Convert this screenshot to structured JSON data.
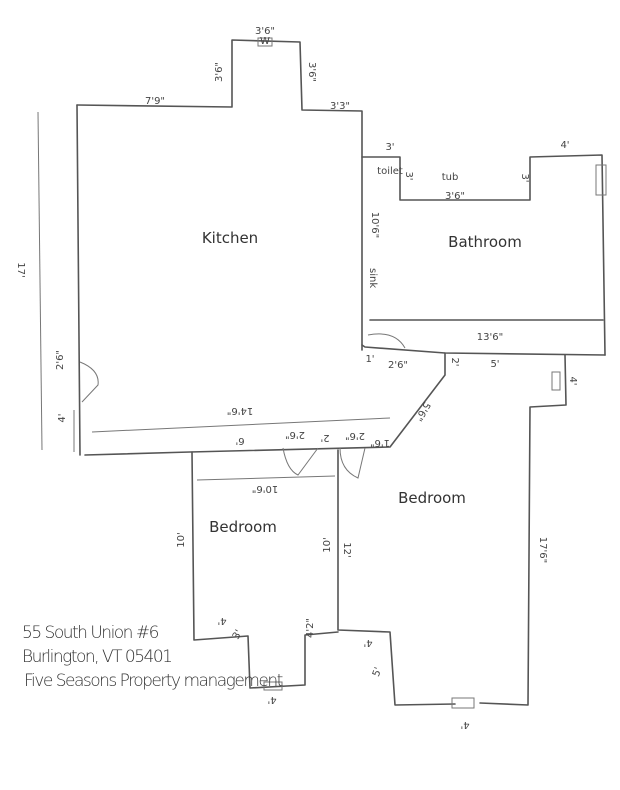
{
  "rooms": {
    "kitchen": "Kitchen",
    "bathroom": "Bathroom",
    "bedroom_left": "Bedroom",
    "bedroom_right": "Bedroom"
  },
  "fixtures": {
    "toilet": "toilet",
    "tub": "tub",
    "sink": "sink",
    "window": "W"
  },
  "dimensions": {
    "nook_top": "3'6\"",
    "nook_left": "3'6\"",
    "nook_right": "3'6\"",
    "kitchen_top": "7'9\"",
    "kitchen_top_right": "3'3\"",
    "bath_top_left": "3'",
    "bath_top_right": "4'",
    "tub_width": "3'6\"",
    "tub_left": "3'",
    "tub_right": "3'",
    "kitchen_right": "10'6\"",
    "kitchen_height": "17'",
    "bath_width": "13'6\"",
    "bath_door_gap": "1'",
    "bath_door": "2'6\"",
    "hall_gap": "2'",
    "bath_bottom": "5'",
    "bath_window_side": "4'",
    "kitchen_door": "2'6\"",
    "kitchen_lower_left": "4'",
    "kitchen_width": "14'6\"",
    "hall_left": "6'",
    "door_a": "2'6\"",
    "hall_mid": "2'",
    "door_b": "2'6\"",
    "hall_right": "1'6\"",
    "hall_diag": "5'6\"",
    "bedroom_left_width": "10'6\"",
    "bedroom_left_height": "10'",
    "bedroom_mid_left": "10'",
    "bedroom_right_left": "12'",
    "bedroom_right_height": "17'6\"",
    "bl_bottom_left": "4'",
    "bl_nook_left": "3'",
    "bl_nook_bottom": "4'",
    "bl_nook_right": "4'2\"",
    "br_bottom_left": "4'",
    "br_nook_left": "5'",
    "br_bottom": "4'"
  },
  "address": {
    "line1": "55 South Union #6",
    "line2": "Burlington, VT 05401",
    "line3": "Five Seasons Property management"
  }
}
